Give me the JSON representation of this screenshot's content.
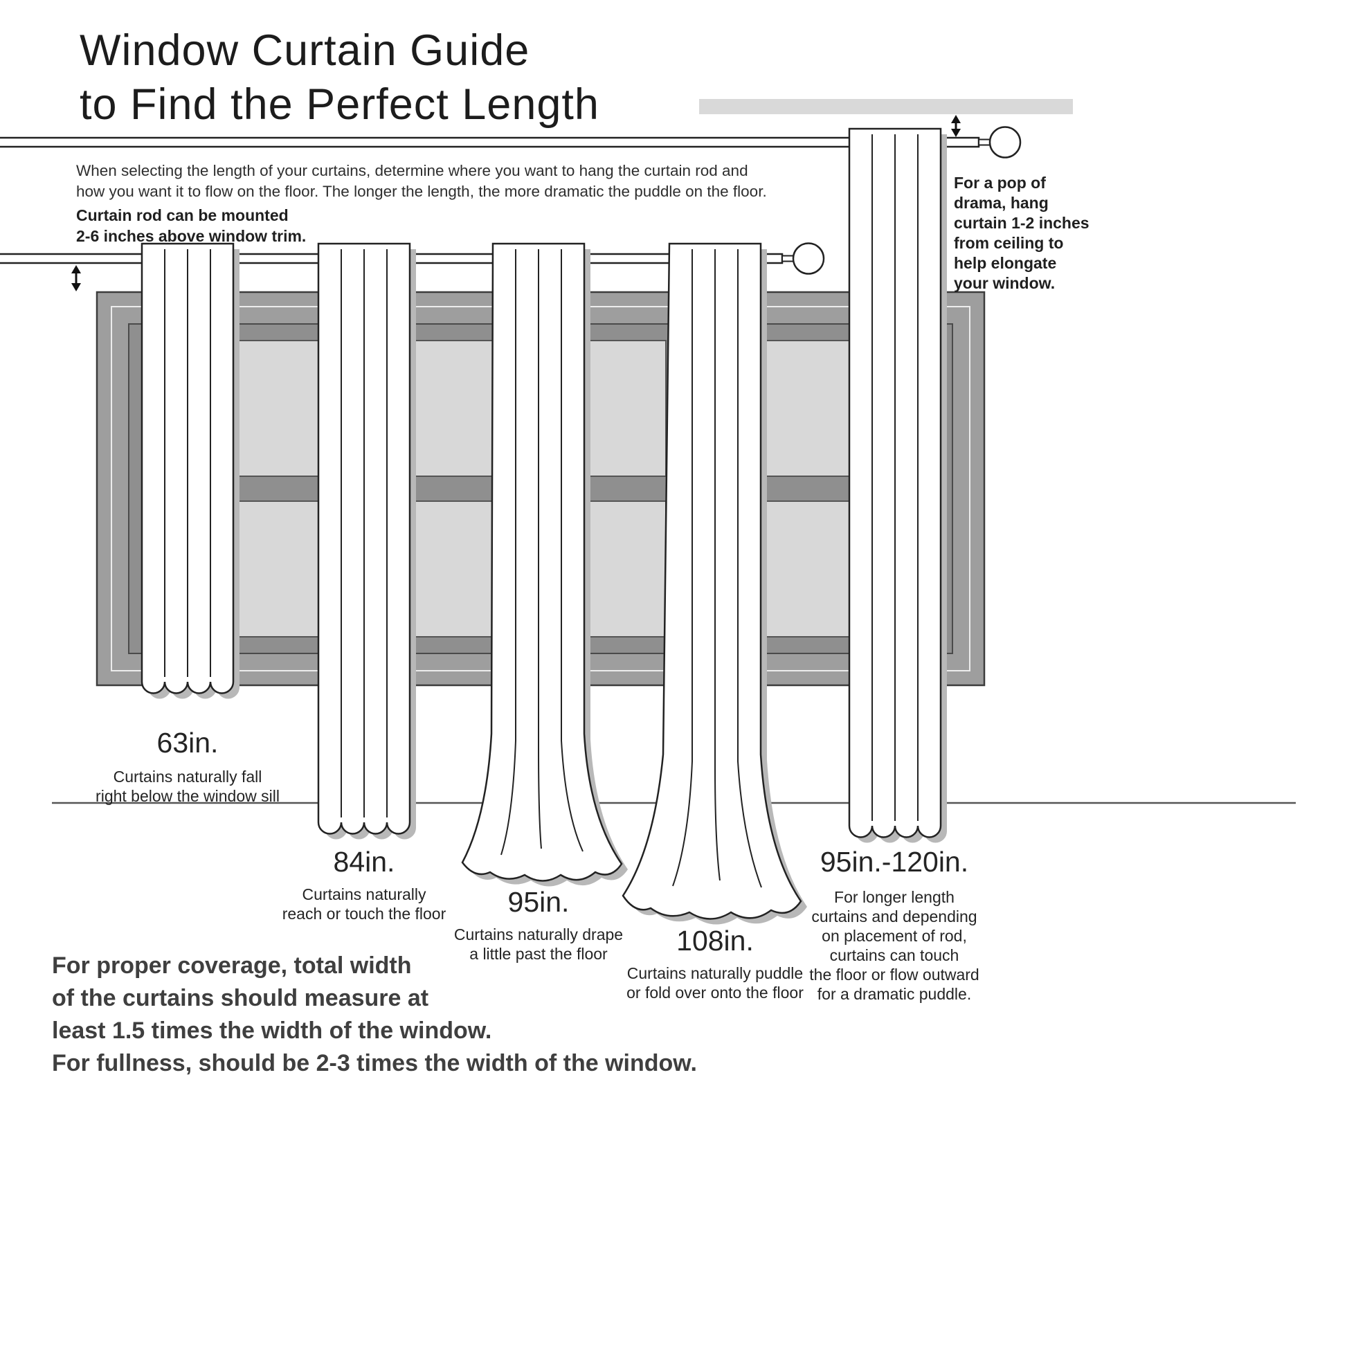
{
  "title": "Window Curtain Guide\nto Find the Perfect Length",
  "intro": "When selecting the length of your curtains, determine where you want to hang the curtain rod and\nhow you want it to flow on the floor. The longer the length, the more dramatic the puddle on the floor.",
  "rod_note": "Curtain rod can be mounted\n2-6 inches above window trim.",
  "ceiling_note": "For a pop of\ndrama, hang\ncurtain 1-2 inches\nfrom ceiling to\nhelp elongate\nyour window.",
  "lengths": [
    {
      "label": "63in.",
      "desc": "Curtains naturally fall\nright below the window sill"
    },
    {
      "label": "84in.",
      "desc": "Curtains naturally\nreach or touch the floor"
    },
    {
      "label": "95in.",
      "desc": "Curtains naturally drape\na little past the floor"
    },
    {
      "label": "108in.",
      "desc": "Curtains naturally puddle\nor fold over onto the floor"
    },
    {
      "label": "95in.-120in.",
      "desc": "For longer length\ncurtains and depending\non placement of rod,\ncurtains can touch\nthe floor or flow outward\nfor a dramatic puddle."
    }
  ],
  "footer": "For proper coverage, total width\nof the curtains should measure at\nleast 1.5 times the width of the window.\nFor fullness, should be 2-3 times the width of the window.",
  "colors": {
    "outline": "#222222",
    "window_frame": "#9e9e9e",
    "window_mullion": "#8f8f8f",
    "window_pane": "#d8d8d8",
    "curtain_fill": "#ffffff",
    "curtain_shadow": "#b8b8b8",
    "ceiling_bar": "#d9d9d9",
    "footer_text": "#3f3f3f"
  }
}
